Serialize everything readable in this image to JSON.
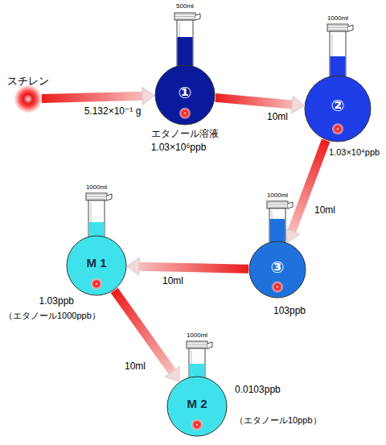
{
  "diagram": {
    "nodes": [
      {
        "text": [
          "スチレン"
        ]
      },
      {
        "text": [
          "500ml",
          "①",
          "エタノール溶液",
          "1.03×10⁶ppb"
        ]
      },
      {
        "text": [
          "1000ml",
          "②",
          "1.03×10⁴ppb"
        ]
      },
      {
        "text": [
          "1000ml",
          "③",
          "103ppb"
        ]
      },
      {
        "text": [
          "1000ml",
          "M 1",
          "1.03ppb",
          "（エタノール1000ppb）"
        ]
      },
      {
        "text": [
          "1000ml",
          "M 2",
          "0.0103ppb",
          "（エタノール10ppb）"
        ]
      }
    ],
    "edges": [
      {
        "from": 0,
        "to": 1,
        "label": "5.132×10⁻¹ g",
        "arrow": "to"
      },
      {
        "from": 1,
        "to": 2,
        "label": "10ml",
        "arrow": "to"
      },
      {
        "from": 2,
        "to": 3,
        "label": "10ml",
        "arrow": "to"
      },
      {
        "from": 3,
        "to": 4,
        "label": "10ml",
        "arrow": "to"
      },
      {
        "from": 4,
        "to": 5,
        "label": "10ml",
        "arrow": "to"
      }
    ]
  }
}
